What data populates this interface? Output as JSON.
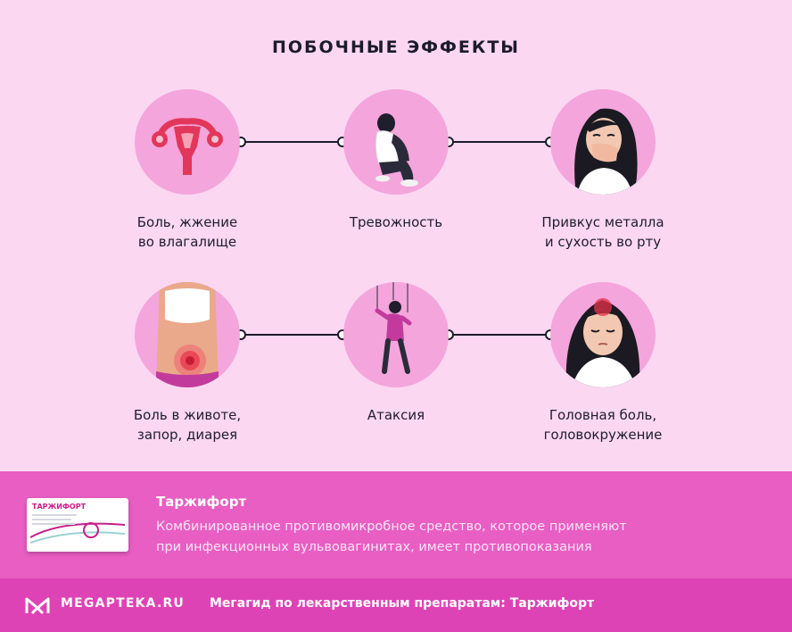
{
  "title": "ПОБОЧНЫЕ ЭФФЕКТЫ",
  "effects": [
    {
      "icon": "uterus-icon",
      "line1": "Боль, жжение",
      "line2": "во влагалище"
    },
    {
      "icon": "anxious-person-icon",
      "line1": "Тревожность",
      "line2": ""
    },
    {
      "icon": "woman-covering-mouth-icon",
      "line1": "Привкус металла",
      "line2": "и сухость во рту"
    },
    {
      "icon": "abdominal-pain-icon",
      "line1": "Боль в животе,",
      "line2": "запор, диарея"
    },
    {
      "icon": "puppet-person-icon",
      "line1": "Атаксия",
      "line2": ""
    },
    {
      "icon": "headache-woman-icon",
      "line1": "Головная боль,",
      "line2": "головокружение"
    }
  ],
  "product": {
    "name": "Таржифорт",
    "box_label": "ТАРЖИФОРТ",
    "description_line1": "Комбинированное противомикробное средство, которое применяют",
    "description_line2": "при инфекционных вульвовагинитах, имеет противопоказания"
  },
  "footer": {
    "logo_text": "MEGAPTEKA.RU",
    "caption": "Мегагид по лекарственным препаратам: Таржифорт"
  },
  "colors": {
    "background": "#fbd7f2",
    "circle": "#f4a5dc",
    "accent": "#e85ec3",
    "footer": "#de43b5",
    "text": "#1f1e2c"
  }
}
